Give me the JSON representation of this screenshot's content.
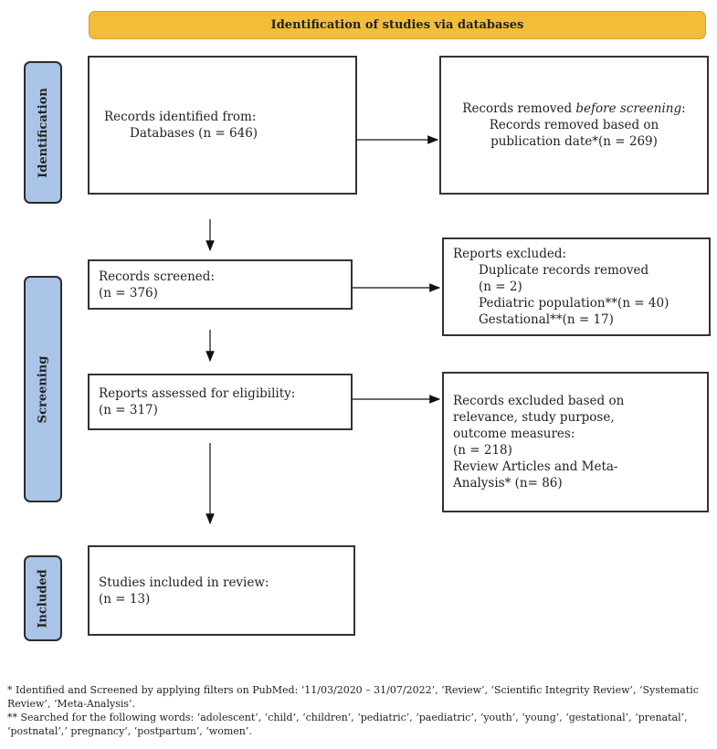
{
  "header": {
    "title": "Identification of studies via databases"
  },
  "phases": {
    "identification": "Identification",
    "screening": "Screening",
    "included": "Included"
  },
  "boxes": {
    "identified": {
      "line1": "Records identified from:",
      "line2": "Databases (n = 646)"
    },
    "removed": {
      "line1_a": "Records removed ",
      "line1_b": "before screening",
      "line1_c": ":",
      "line2": "Records removed based on",
      "line3": "publication date*(n = 269)"
    },
    "screened": {
      "line1": "Records screened:",
      "line2": "(n = 376)"
    },
    "reports_excluded": {
      "line1": "Reports excluded:",
      "line2": "Duplicate records removed",
      "line3": "(n = 2)",
      "line4": "Pediatric population**(n = 40)",
      "line5": "Gestational**(n = 17)"
    },
    "assessed": {
      "line1": "Reports assessed for eligibility:",
      "line2": "(n = 317)"
    },
    "records_excluded": {
      "line1": "Records excluded based on",
      "line2": "relevance, study purpose,",
      "line3": "outcome measures:",
      "line4": "(n = 218)",
      "line5": "Review Articles and Meta-",
      "line6": "Analysis* (n= 86)"
    },
    "included": {
      "line1": "Studies included in review:",
      "line2": "(n = 13)"
    }
  },
  "footnotes": {
    "f1": "* Identified and Screened by applying filters on PubMed: ‘11/03/2020 – 31/07/2022’, ‘Review’, ‘Scientific Integrity Review’, ‘Systematic Review’, ‘Meta-Analysis’.",
    "f2": "** Searched for the following words: ‘adolescent’, ‘child’, ‘children’, ‘pediatric’, ‘paediatric’, ‘youth’, ‘young’, ‘gestational’, ‘prenatal’, ‘postnatal’,’ pregnancy’, ‘postpartum’, ‘women’."
  },
  "colors": {
    "header": "#F2BE3A",
    "phase": "#A9C4E6"
  }
}
